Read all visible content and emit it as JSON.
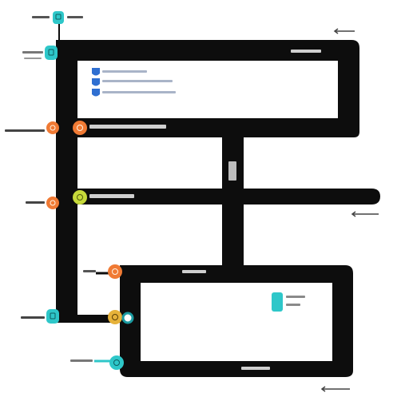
{
  "colors": {
    "track": "#0d0d0d",
    "background": "#ffffff",
    "teal": "#2ec7c9",
    "teal_dark": "#1a9aa0",
    "orange": "#f07a34",
    "yellow_green": "#c6d93a",
    "gold": "#e6b23a",
    "blue": "#2f6fd1"
  },
  "nodes": [
    {
      "id": "n1",
      "color": "teal",
      "icon": "square-icon",
      "label": ""
    },
    {
      "id": "n2",
      "color": "teal",
      "icon": "square-icon",
      "label": ""
    },
    {
      "id": "n3",
      "color": "orange",
      "icon": "circle-icon",
      "label": ""
    },
    {
      "id": "n4",
      "color": "orange",
      "icon": "circle-icon",
      "label": ""
    },
    {
      "id": "n5",
      "color": "orange",
      "icon": "circle-icon",
      "label": ""
    },
    {
      "id": "n6",
      "color": "yellow_green",
      "icon": "circle-icon",
      "label": ""
    },
    {
      "id": "n7",
      "color": "orange",
      "icon": "circle-icon",
      "label": ""
    },
    {
      "id": "n8",
      "color": "teal",
      "icon": "square-icon",
      "label": ""
    },
    {
      "id": "n9",
      "color": "gold",
      "icon": "circle-icon",
      "label": ""
    },
    {
      "id": "n10",
      "color": "teal_dark",
      "icon": "ring-icon",
      "label": ""
    },
    {
      "id": "n11",
      "color": "teal",
      "icon": "circle-icon",
      "label": ""
    }
  ],
  "list_icons": [
    "shield-icon",
    "shield-icon",
    "shield-icon"
  ],
  "legend_icon": "cylinder-icon",
  "arrows": [
    "right-arrow-top",
    "right-arrow-middle",
    "right-arrow-bottom"
  ]
}
